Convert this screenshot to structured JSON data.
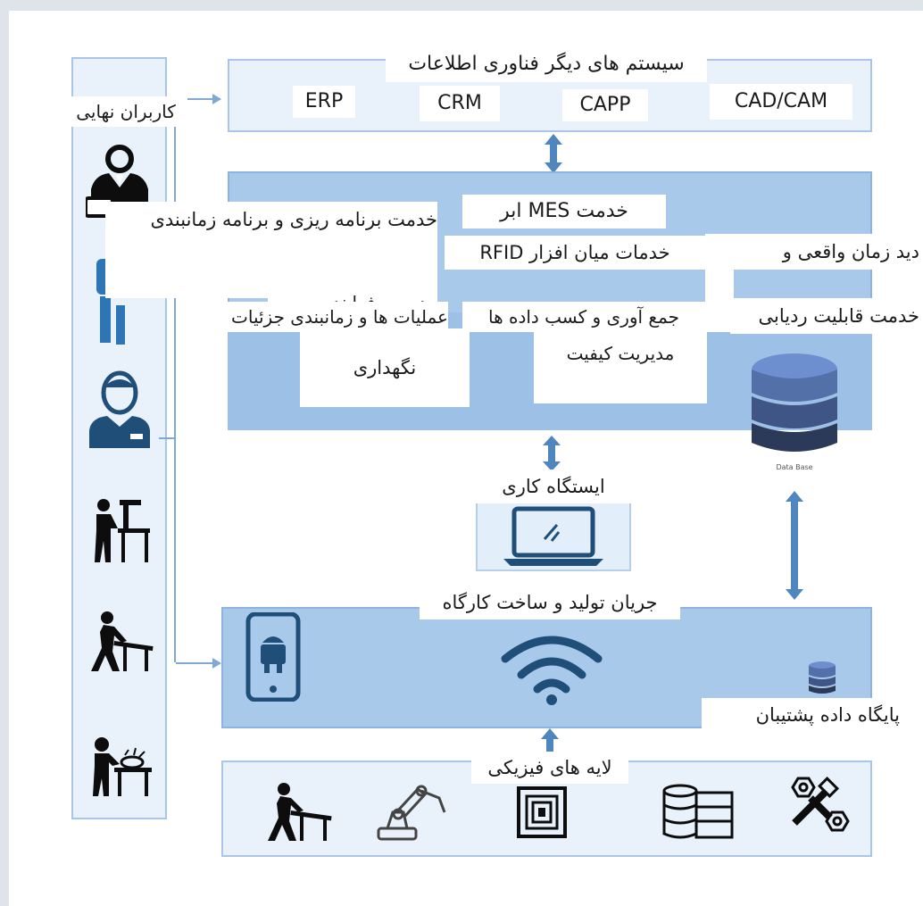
{
  "colors": {
    "frame": "#dfe3ea",
    "panel_light": "#eef4fb",
    "panel_mid": "#aecdeb",
    "panel_dark": "#9cc0e6",
    "border": "#7fa8d4",
    "arrow": "#5f8fbf",
    "icon": "#1f4e79",
    "icon_dark": "#0d0d0d"
  },
  "it_systems": {
    "title": "سیستم های دیگر فناوری اطلاعات",
    "items": [
      "ERP",
      "CRM",
      "CAPP",
      "CAD/CAM"
    ]
  },
  "end_users": {
    "label": "کاربران نهایی",
    "icons": [
      "manager-icon",
      "worker-with-bag-icon",
      "operator-icon",
      "machinist-icon",
      "carpenter-icon",
      "welder-icon"
    ]
  },
  "cloud": {
    "mes": "خدمت MES ابر",
    "planning": "خدمت برنامه ریزی و برنامه زمانبندی",
    "process_mgmt": "مدیریت فرایند",
    "detailed_ops": "عملیات ها و زمانبندی جزئیات",
    "rfid": "خدمات میان افزار RFID",
    "data_collection": "جمع آوری و کسب داده ها",
    "realtime": "دید زمان واقعی و",
    "tracking": "خدمت قابلیت ردیابی",
    "maintenance": "نگهداری",
    "quality": "مدیریت کیفیت",
    "database": "Data Base"
  },
  "workstation": {
    "label": "ایستگاه کاری"
  },
  "shopfloor": {
    "label": "جریان تولید و ساخت کارگاه",
    "backup_db": "پایگاه داده پشتیبان"
  },
  "physical": {
    "label": "لایه های فیزیکی",
    "icons": [
      "worker-sawing-icon",
      "robot-arm-icon",
      "rfid-tag-icon",
      "storage-rack-icon",
      "bolts-icon"
    ]
  }
}
